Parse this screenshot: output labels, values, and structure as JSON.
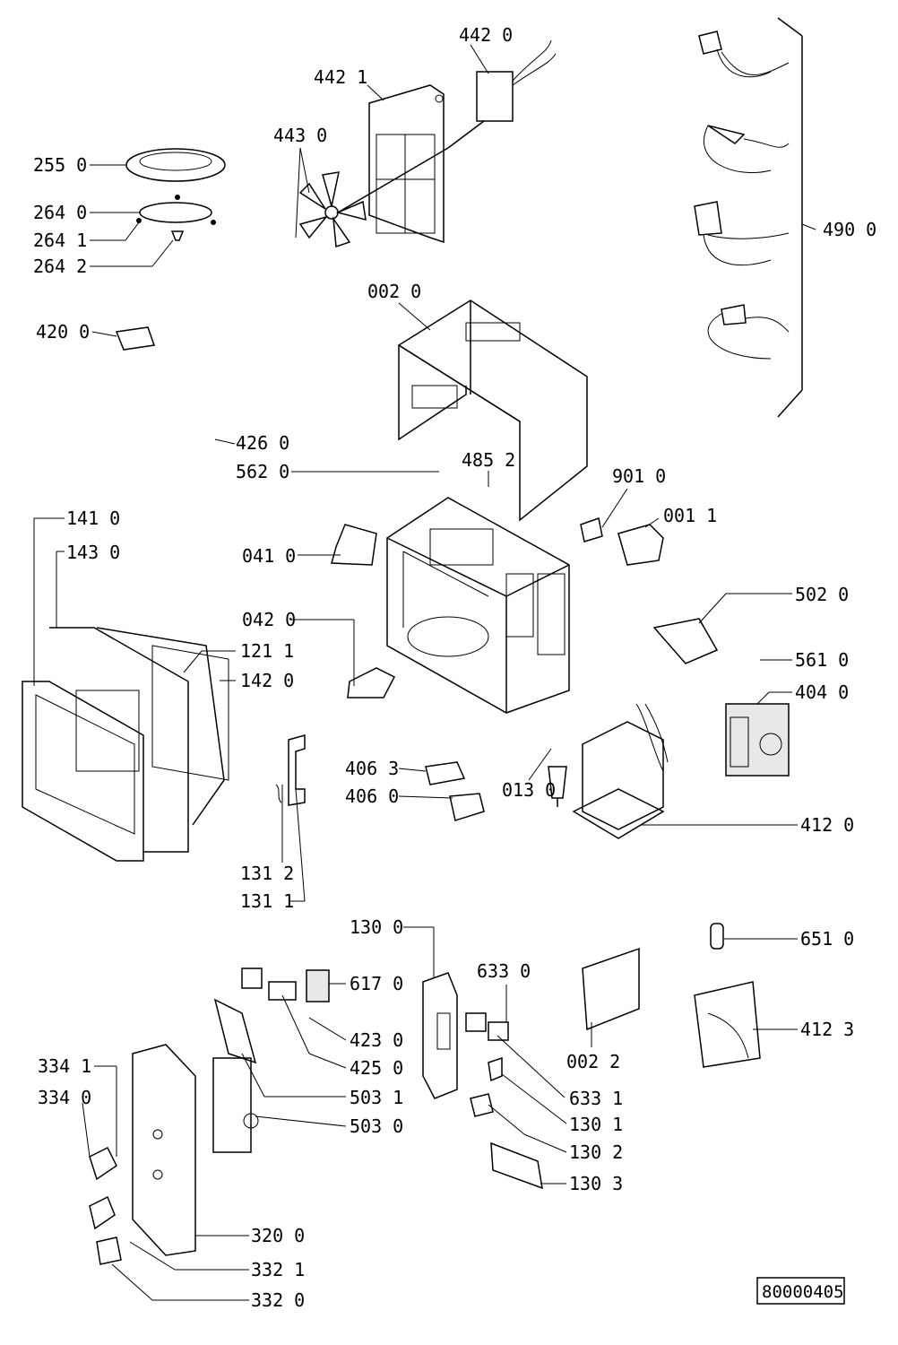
{
  "diagram": {
    "document_number": "80000405",
    "labels": [
      {
        "id": "l4420",
        "text": "442 0"
      },
      {
        "id": "l4421",
        "text": "442 1"
      },
      {
        "id": "l4430",
        "text": "443 0"
      },
      {
        "id": "l2550",
        "text": "255 0"
      },
      {
        "id": "l2640",
        "text": "264 0"
      },
      {
        "id": "l2641",
        "text": "264 1"
      },
      {
        "id": "l2642",
        "text": "264 2"
      },
      {
        "id": "l4200",
        "text": "420 0"
      },
      {
        "id": "l4900",
        "text": "490 0"
      },
      {
        "id": "l0020",
        "text": "002 0"
      },
      {
        "id": "l4260",
        "text": "426 0"
      },
      {
        "id": "l5620",
        "text": "562 0"
      },
      {
        "id": "l4852",
        "text": "485 2"
      },
      {
        "id": "l9010",
        "text": "901 0"
      },
      {
        "id": "l0011",
        "text": "001 1"
      },
      {
        "id": "l1410",
        "text": "141 0"
      },
      {
        "id": "l1430",
        "text": "143 0"
      },
      {
        "id": "l0410",
        "text": "041 0"
      },
      {
        "id": "l5020",
        "text": "502 0"
      },
      {
        "id": "l0420",
        "text": "042 0"
      },
      {
        "id": "l1211",
        "text": "121 1"
      },
      {
        "id": "l1420",
        "text": "142 0"
      },
      {
        "id": "l5610",
        "text": "561 0"
      },
      {
        "id": "l4040",
        "text": "404 0"
      },
      {
        "id": "l4063",
        "text": "406 3"
      },
      {
        "id": "l4060",
        "text": "406 0"
      },
      {
        "id": "l0130",
        "text": "013 0"
      },
      {
        "id": "l4120",
        "text": "412 0"
      },
      {
        "id": "l1312",
        "text": "131 2"
      },
      {
        "id": "l1311",
        "text": "131 1"
      },
      {
        "id": "l1300",
        "text": "130 0"
      },
      {
        "id": "l6510",
        "text": "651 0"
      },
      {
        "id": "l6170",
        "text": "617 0"
      },
      {
        "id": "l6330",
        "text": "633 0"
      },
      {
        "id": "l4123",
        "text": "412 3"
      },
      {
        "id": "l4230",
        "text": "423 0"
      },
      {
        "id": "l4250",
        "text": "425 0"
      },
      {
        "id": "l0022",
        "text": "002 2"
      },
      {
        "id": "l3341",
        "text": "334 1"
      },
      {
        "id": "l5031",
        "text": "503 1"
      },
      {
        "id": "l6331",
        "text": "633 1"
      },
      {
        "id": "l3340",
        "text": "334 0"
      },
      {
        "id": "l1301",
        "text": "130 1"
      },
      {
        "id": "l5030",
        "text": "503 0"
      },
      {
        "id": "l1302",
        "text": "130 2"
      },
      {
        "id": "l1303",
        "text": "130 3"
      },
      {
        "id": "l3200",
        "text": "320 0"
      },
      {
        "id": "l3321",
        "text": "332 1"
      },
      {
        "id": "l3320",
        "text": "332 0"
      }
    ]
  }
}
